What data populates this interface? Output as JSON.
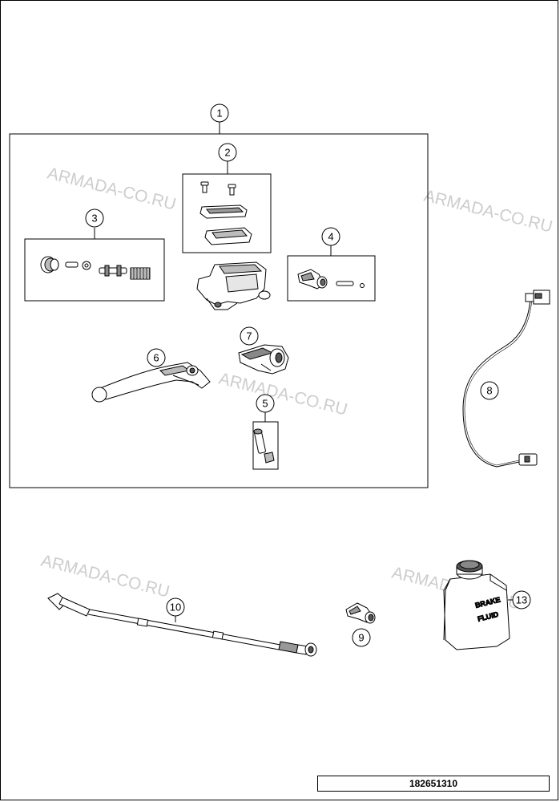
{
  "callouts": {
    "c1": "1",
    "c2": "2",
    "c3": "3",
    "c4": "4",
    "c5": "5",
    "c6": "6",
    "c7": "7",
    "c8": "8",
    "c9": "9",
    "c10": "10",
    "c13": "13"
  },
  "watermark": "ARMADA-CO.RU",
  "bottle_label": {
    "line1": "BRAKE",
    "line2": "FLUID"
  },
  "document_number": "182651310",
  "colors": {
    "ink": "#000000",
    "watermark": "#c8c8c8",
    "part_fill": "#ffffff",
    "shade": "#9a9a9a"
  }
}
